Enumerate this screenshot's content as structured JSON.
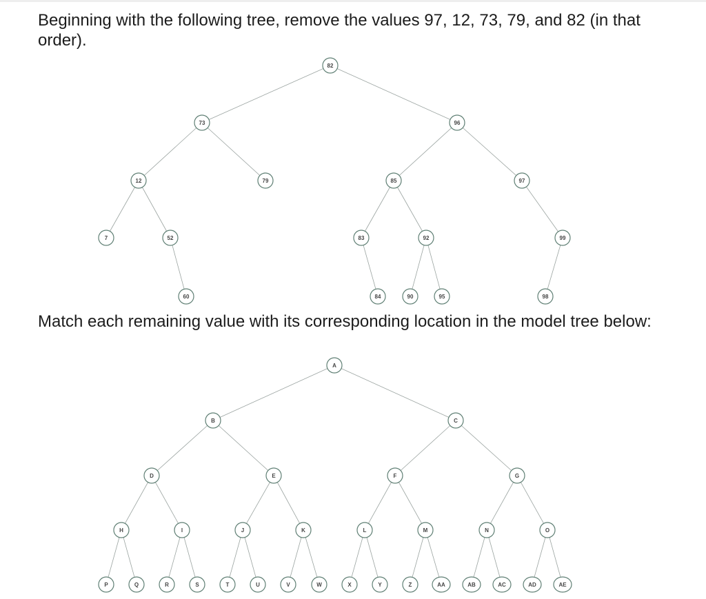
{
  "instructions": {
    "prompt_1": "Beginning with the following tree, remove the values 97, 12, 73, 79, and 82 (in that order).",
    "prompt_2": "Match each remaining value with its corresponding location in the model tree below:"
  },
  "initial_tree": {
    "nodes": [
      {
        "id": "82",
        "label": "82"
      },
      {
        "id": "73",
        "label": "73"
      },
      {
        "id": "96",
        "label": "96"
      },
      {
        "id": "12",
        "label": "12"
      },
      {
        "id": "79",
        "label": "79"
      },
      {
        "id": "85",
        "label": "85"
      },
      {
        "id": "97",
        "label": "97"
      },
      {
        "id": "7",
        "label": "7"
      },
      {
        "id": "52",
        "label": "52"
      },
      {
        "id": "83",
        "label": "83"
      },
      {
        "id": "92",
        "label": "92"
      },
      {
        "id": "99",
        "label": "99"
      },
      {
        "id": "60",
        "label": "60"
      },
      {
        "id": "84",
        "label": "84"
      },
      {
        "id": "90",
        "label": "90"
      },
      {
        "id": "95",
        "label": "95"
      },
      {
        "id": "98",
        "label": "98"
      }
    ],
    "edges": [
      [
        "82",
        "73"
      ],
      [
        "82",
        "96"
      ],
      [
        "73",
        "12"
      ],
      [
        "73",
        "79"
      ],
      [
        "96",
        "85"
      ],
      [
        "96",
        "97"
      ],
      [
        "12",
        "7"
      ],
      [
        "12",
        "52"
      ],
      [
        "85",
        "83"
      ],
      [
        "85",
        "92"
      ],
      [
        "97",
        "99"
      ],
      [
        "52",
        "60"
      ],
      [
        "83",
        "84"
      ],
      [
        "92",
        "90"
      ],
      [
        "92",
        "95"
      ],
      [
        "99",
        "98"
      ]
    ]
  },
  "model_tree": {
    "nodes": [
      {
        "id": "A",
        "label": "A"
      },
      {
        "id": "B",
        "label": "B"
      },
      {
        "id": "C",
        "label": "C"
      },
      {
        "id": "D",
        "label": "D"
      },
      {
        "id": "E",
        "label": "E"
      },
      {
        "id": "F",
        "label": "F"
      },
      {
        "id": "G",
        "label": "G"
      },
      {
        "id": "H",
        "label": "H"
      },
      {
        "id": "I",
        "label": "I"
      },
      {
        "id": "J",
        "label": "J"
      },
      {
        "id": "K",
        "label": "K"
      },
      {
        "id": "L",
        "label": "L"
      },
      {
        "id": "M",
        "label": "M"
      },
      {
        "id": "N",
        "label": "N"
      },
      {
        "id": "O",
        "label": "O"
      },
      {
        "id": "P",
        "label": "P"
      },
      {
        "id": "Q",
        "label": "Q"
      },
      {
        "id": "R",
        "label": "R"
      },
      {
        "id": "S",
        "label": "S"
      },
      {
        "id": "T",
        "label": "T"
      },
      {
        "id": "U",
        "label": "U"
      },
      {
        "id": "V",
        "label": "V"
      },
      {
        "id": "W",
        "label": "W"
      },
      {
        "id": "X",
        "label": "X"
      },
      {
        "id": "Y",
        "label": "Y"
      },
      {
        "id": "Z",
        "label": "Z"
      },
      {
        "id": "AA",
        "label": "AA"
      },
      {
        "id": "AB",
        "label": "AB"
      },
      {
        "id": "AC",
        "label": "AC"
      },
      {
        "id": "AD",
        "label": "AD"
      },
      {
        "id": "AE",
        "label": "AE"
      }
    ],
    "edges": [
      [
        "A",
        "B"
      ],
      [
        "A",
        "C"
      ],
      [
        "B",
        "D"
      ],
      [
        "B",
        "E"
      ],
      [
        "C",
        "F"
      ],
      [
        "C",
        "G"
      ],
      [
        "D",
        "H"
      ],
      [
        "D",
        "I"
      ],
      [
        "E",
        "J"
      ],
      [
        "E",
        "K"
      ],
      [
        "F",
        "L"
      ],
      [
        "F",
        "M"
      ],
      [
        "G",
        "N"
      ],
      [
        "G",
        "O"
      ],
      [
        "H",
        "P"
      ],
      [
        "H",
        "Q"
      ],
      [
        "I",
        "R"
      ],
      [
        "I",
        "S"
      ],
      [
        "J",
        "T"
      ],
      [
        "J",
        "U"
      ],
      [
        "K",
        "V"
      ],
      [
        "K",
        "W"
      ],
      [
        "L",
        "X"
      ],
      [
        "L",
        "Y"
      ],
      [
        "M",
        "Z"
      ],
      [
        "M",
        "AA"
      ],
      [
        "N",
        "AB"
      ],
      [
        "N",
        "AC"
      ],
      [
        "O",
        "AD"
      ],
      [
        "O",
        "AE"
      ]
    ]
  }
}
